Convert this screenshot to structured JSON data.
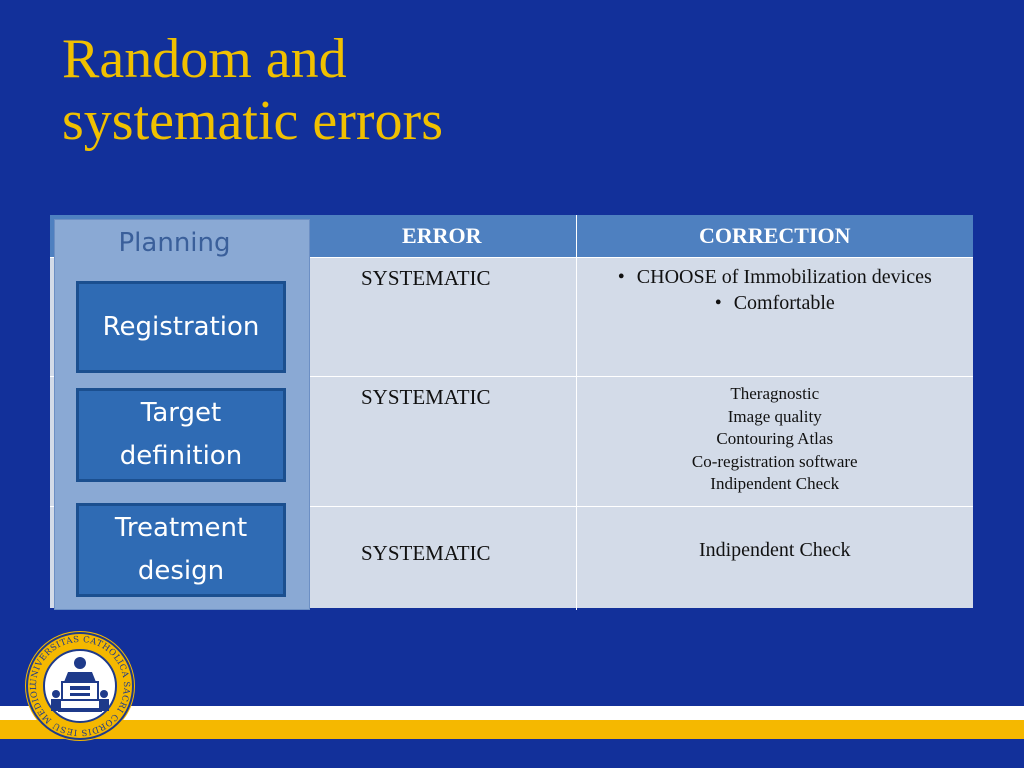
{
  "title": {
    "line1": "Random and",
    "line2": "systematic errors"
  },
  "planning": {
    "heading": "Planning",
    "steps": [
      "Registration",
      "Target definition",
      "Treatment design"
    ]
  },
  "table": {
    "headers": {
      "error": "ERROR",
      "correction": "CORRECTION"
    },
    "rows": [
      {
        "error": "SYSTEMATIC",
        "correction": [
          "CHOOSE of Immobilization devices",
          "Comfortable"
        ]
      },
      {
        "error": "SYSTEMATIC",
        "correction": [
          "Theragnostic",
          "Image quality",
          "Contouring Atlas",
          "Co-registration software",
          "Indipendent Check"
        ]
      },
      {
        "error": "SYSTEMATIC",
        "correction": [
          "Indipendent Check"
        ]
      }
    ]
  },
  "seal": {
    "text": "UNIVERSITAS CATHOLICA SACRI CORDIS IESU MEDIOLANI"
  },
  "colors": {
    "background": "#12309a",
    "title": "#f0c000",
    "header": "#4e80c0",
    "cell": "#d3dbe8",
    "gold_stripe": "#f5b800"
  }
}
